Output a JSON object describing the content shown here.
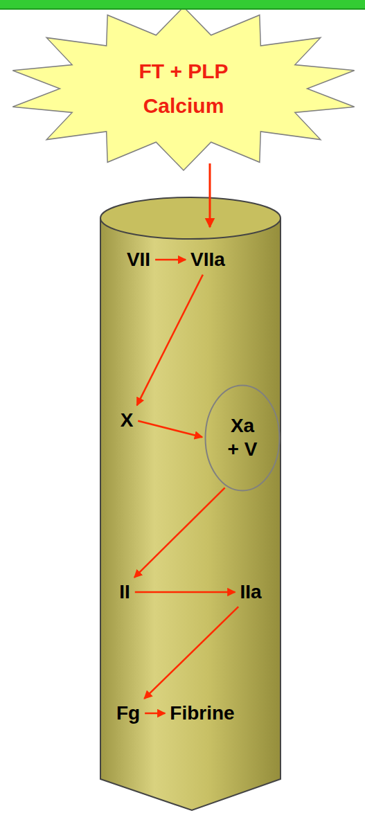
{
  "diagram": {
    "nodes": [
      {
        "text": [
          "FT + PLP",
          "Calcium"
        ]
      },
      {
        "text": [
          "VII"
        ]
      },
      {
        "text": [
          "VIIa"
        ]
      },
      {
        "text": [
          "X"
        ]
      },
      {
        "text": [
          "Xa",
          "+ V"
        ]
      },
      {
        "text": [
          "II"
        ]
      },
      {
        "text": [
          "IIa"
        ]
      },
      {
        "text": [
          "Fg"
        ]
      },
      {
        "text": [
          "Fibrine"
        ]
      }
    ],
    "edges": [
      {
        "from": 1,
        "to": 2,
        "arrow": "to"
      },
      {
        "from": 2,
        "to": 3,
        "arrow": "to"
      },
      {
        "from": 3,
        "to": 4,
        "arrow": "to"
      },
      {
        "from": 4,
        "to": 5,
        "arrow": "to"
      },
      {
        "from": 5,
        "to": 6,
        "arrow": "to"
      },
      {
        "from": 6,
        "to": 7,
        "arrow": "to"
      },
      {
        "from": 7,
        "to": 8,
        "arrow": "to"
      }
    ]
  }
}
